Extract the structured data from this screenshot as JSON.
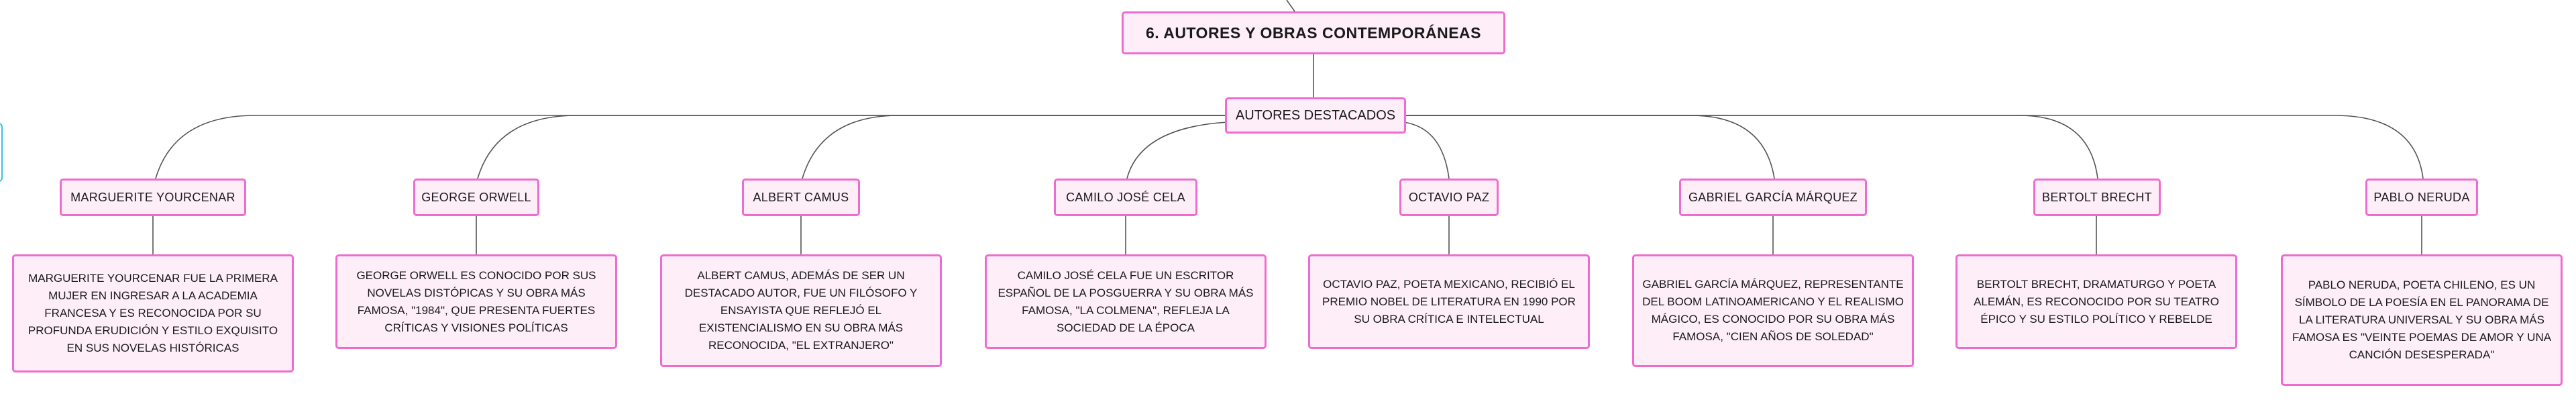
{
  "title": "6. AUTORES Y OBRAS CONTEMPORÁNEAS",
  "hub": "AUTORES DESTACADOS",
  "authors": [
    {
      "name": "MARGUERITE YOURCENAR",
      "description": "MARGUERITE YOURCENAR FUE LA PRIMERA MUJER EN INGRESAR A LA ACADEMIA FRANCESA Y ES RECONOCIDA POR SU PROFUNDA ERUDICIÓN Y ESTILO EXQUISITO EN SUS NOVELAS HISTÓRICAS"
    },
    {
      "name": "GEORGE ORWELL",
      "description": "GEORGE ORWELL ES CONOCIDO POR SUS NOVELAS DISTÓPICAS Y SU OBRA MÁS FAMOSA, \"1984\", QUE PRESENTA FUERTES CRÍTICAS Y VISIONES POLÍTICAS"
    },
    {
      "name": "ALBERT CAMUS",
      "description": "ALBERT CAMUS, ADEMÁS DE SER UN DESTACADO AUTOR, FUE UN FILÓSOFO Y ENSAYISTA QUE REFLEJÓ EL EXISTENCIALISMO EN SU OBRA MÁS RECONOCIDA, \"EL EXTRANJERO\""
    },
    {
      "name": "CAMILO JOSÉ CELA",
      "description": "CAMILO JOSÉ CELA FUE UN ESCRITOR ESPAÑOL DE LA POSGUERRA Y SU OBRA MÁS FAMOSA, \"LA COLMENA\", REFLEJA LA SOCIEDAD DE LA ÉPOCA"
    },
    {
      "name": "OCTAVIO PAZ",
      "description": "OCTAVIO PAZ, POETA MEXICANO, RECIBIÓ EL PREMIO NOBEL DE LITERATURA EN 1990 POR SU OBRA CRÍTICA E INTELECTUAL"
    },
    {
      "name": "GABRIEL GARCÍA MÁRQUEZ",
      "description": "GABRIEL GARCÍA MÁRQUEZ, REPRESENTANTE DEL BOOM LATINOAMERICANO Y EL REALISMO MÁGICO, ES CONOCIDO POR SU OBRA MÁS FAMOSA, \"CIEN AÑOS DE SOLEDAD\""
    },
    {
      "name": "BERTOLT BRECHT",
      "description": "BERTOLT BRECHT, DRAMATURGO Y POETA ALEMÁN, ES RECONOCIDO POR SU TEATRO ÉPICO Y SU ESTILO POLÍTICO Y REBELDE"
    },
    {
      "name": "PABLO NERUDA",
      "description": "PABLO NERUDA, POETA CHILENO, ES UN SÍMBOLO DE LA POESÍA EN EL PANORAMA DE LA LITERATURA UNIVERSAL Y SU OBRA MÁS FAMOSA ES \"VEINTE POEMAS DE AMOR Y UNA CANCIÓN DESESPERADA\""
    }
  ],
  "colors": {
    "node_border": "#f06bd0",
    "node_fill": "#fdeef8",
    "connector": "#555555",
    "side_tab": "#37c6d6"
  }
}
